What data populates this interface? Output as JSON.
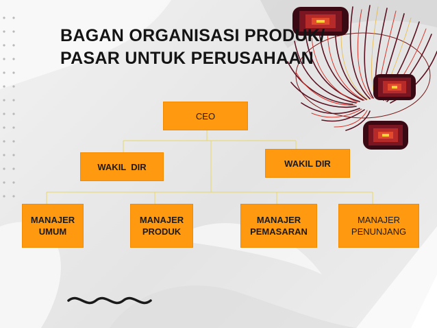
{
  "slide": {
    "title_line1": "BAGAN ORGANISASI PRODUK/",
    "title_line2": "PASAR  UNTUK PERUSAHAAN"
  },
  "org_chart": {
    "ceo": "CEO",
    "wakil_dir_left": "WAKIL  DIR",
    "wakil_dir_right": "WAKIL DIR",
    "managers": [
      {
        "line1": "MANAJER",
        "line2": "UMUM"
      },
      {
        "line1": "MANAJER",
        "line2": "PRODUK"
      },
      {
        "line1": "MANAJER",
        "line2": "PEMASARAN"
      },
      {
        "line1": "MANAJER",
        "line2": "PENUNJANG"
      }
    ]
  },
  "colors": {
    "box_fill": "#ff9a10",
    "connector": "#e8d66a",
    "decor_dark": "#5a1020",
    "decor_red": "#d8342a",
    "text": "#141414"
  }
}
